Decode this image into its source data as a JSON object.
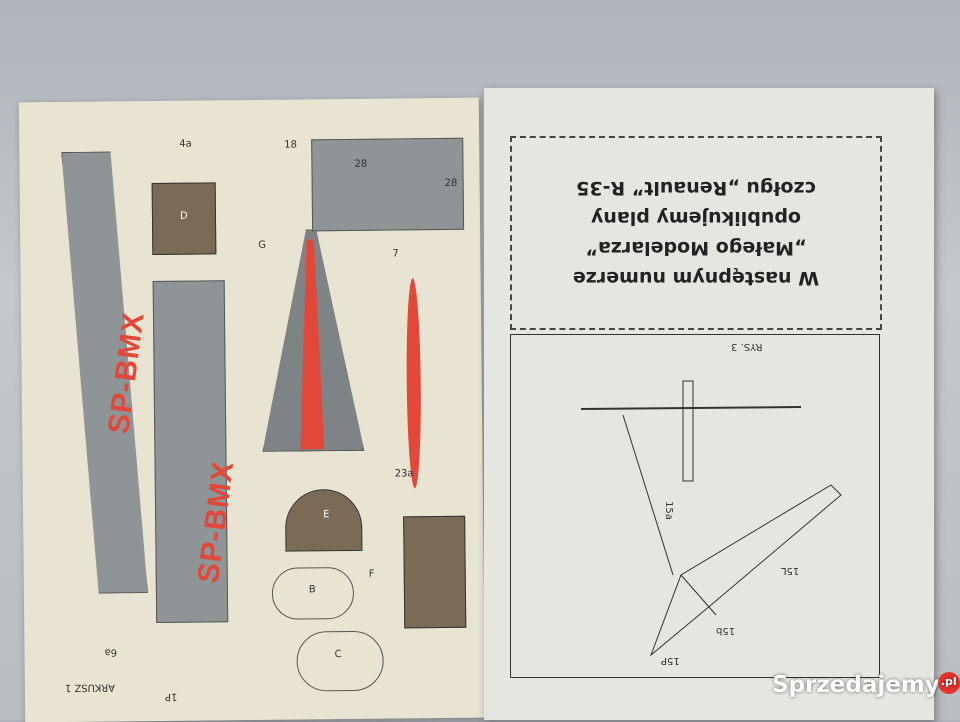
{
  "left_page": {
    "registration_labels": [
      "SP-BMX",
      "SP-BMX"
    ],
    "sheet_label": "ARKUSZ 1",
    "part_labels": [
      "4a",
      "18",
      "28",
      "28",
      "7",
      "23a",
      "1P",
      "6a",
      "B",
      "C",
      "D",
      "E",
      "F",
      "G"
    ]
  },
  "right_page": {
    "notice": {
      "line1": "W następnym numerze",
      "line2": "„Małego Modelarza”",
      "line3": "opublikujemy plany",
      "line4": "czołgu „Renault” R-35"
    },
    "diagram": {
      "caption": "RYS. 3",
      "labels": [
        "15a",
        "15b",
        "15L",
        "15P"
      ]
    }
  },
  "watermark": {
    "brand": "Sprzedajemy",
    "tld": ".pl"
  },
  "colors": {
    "accent_red": "#e2483a",
    "part_gray": "#8f9596",
    "part_brown": "#7b6a55"
  }
}
